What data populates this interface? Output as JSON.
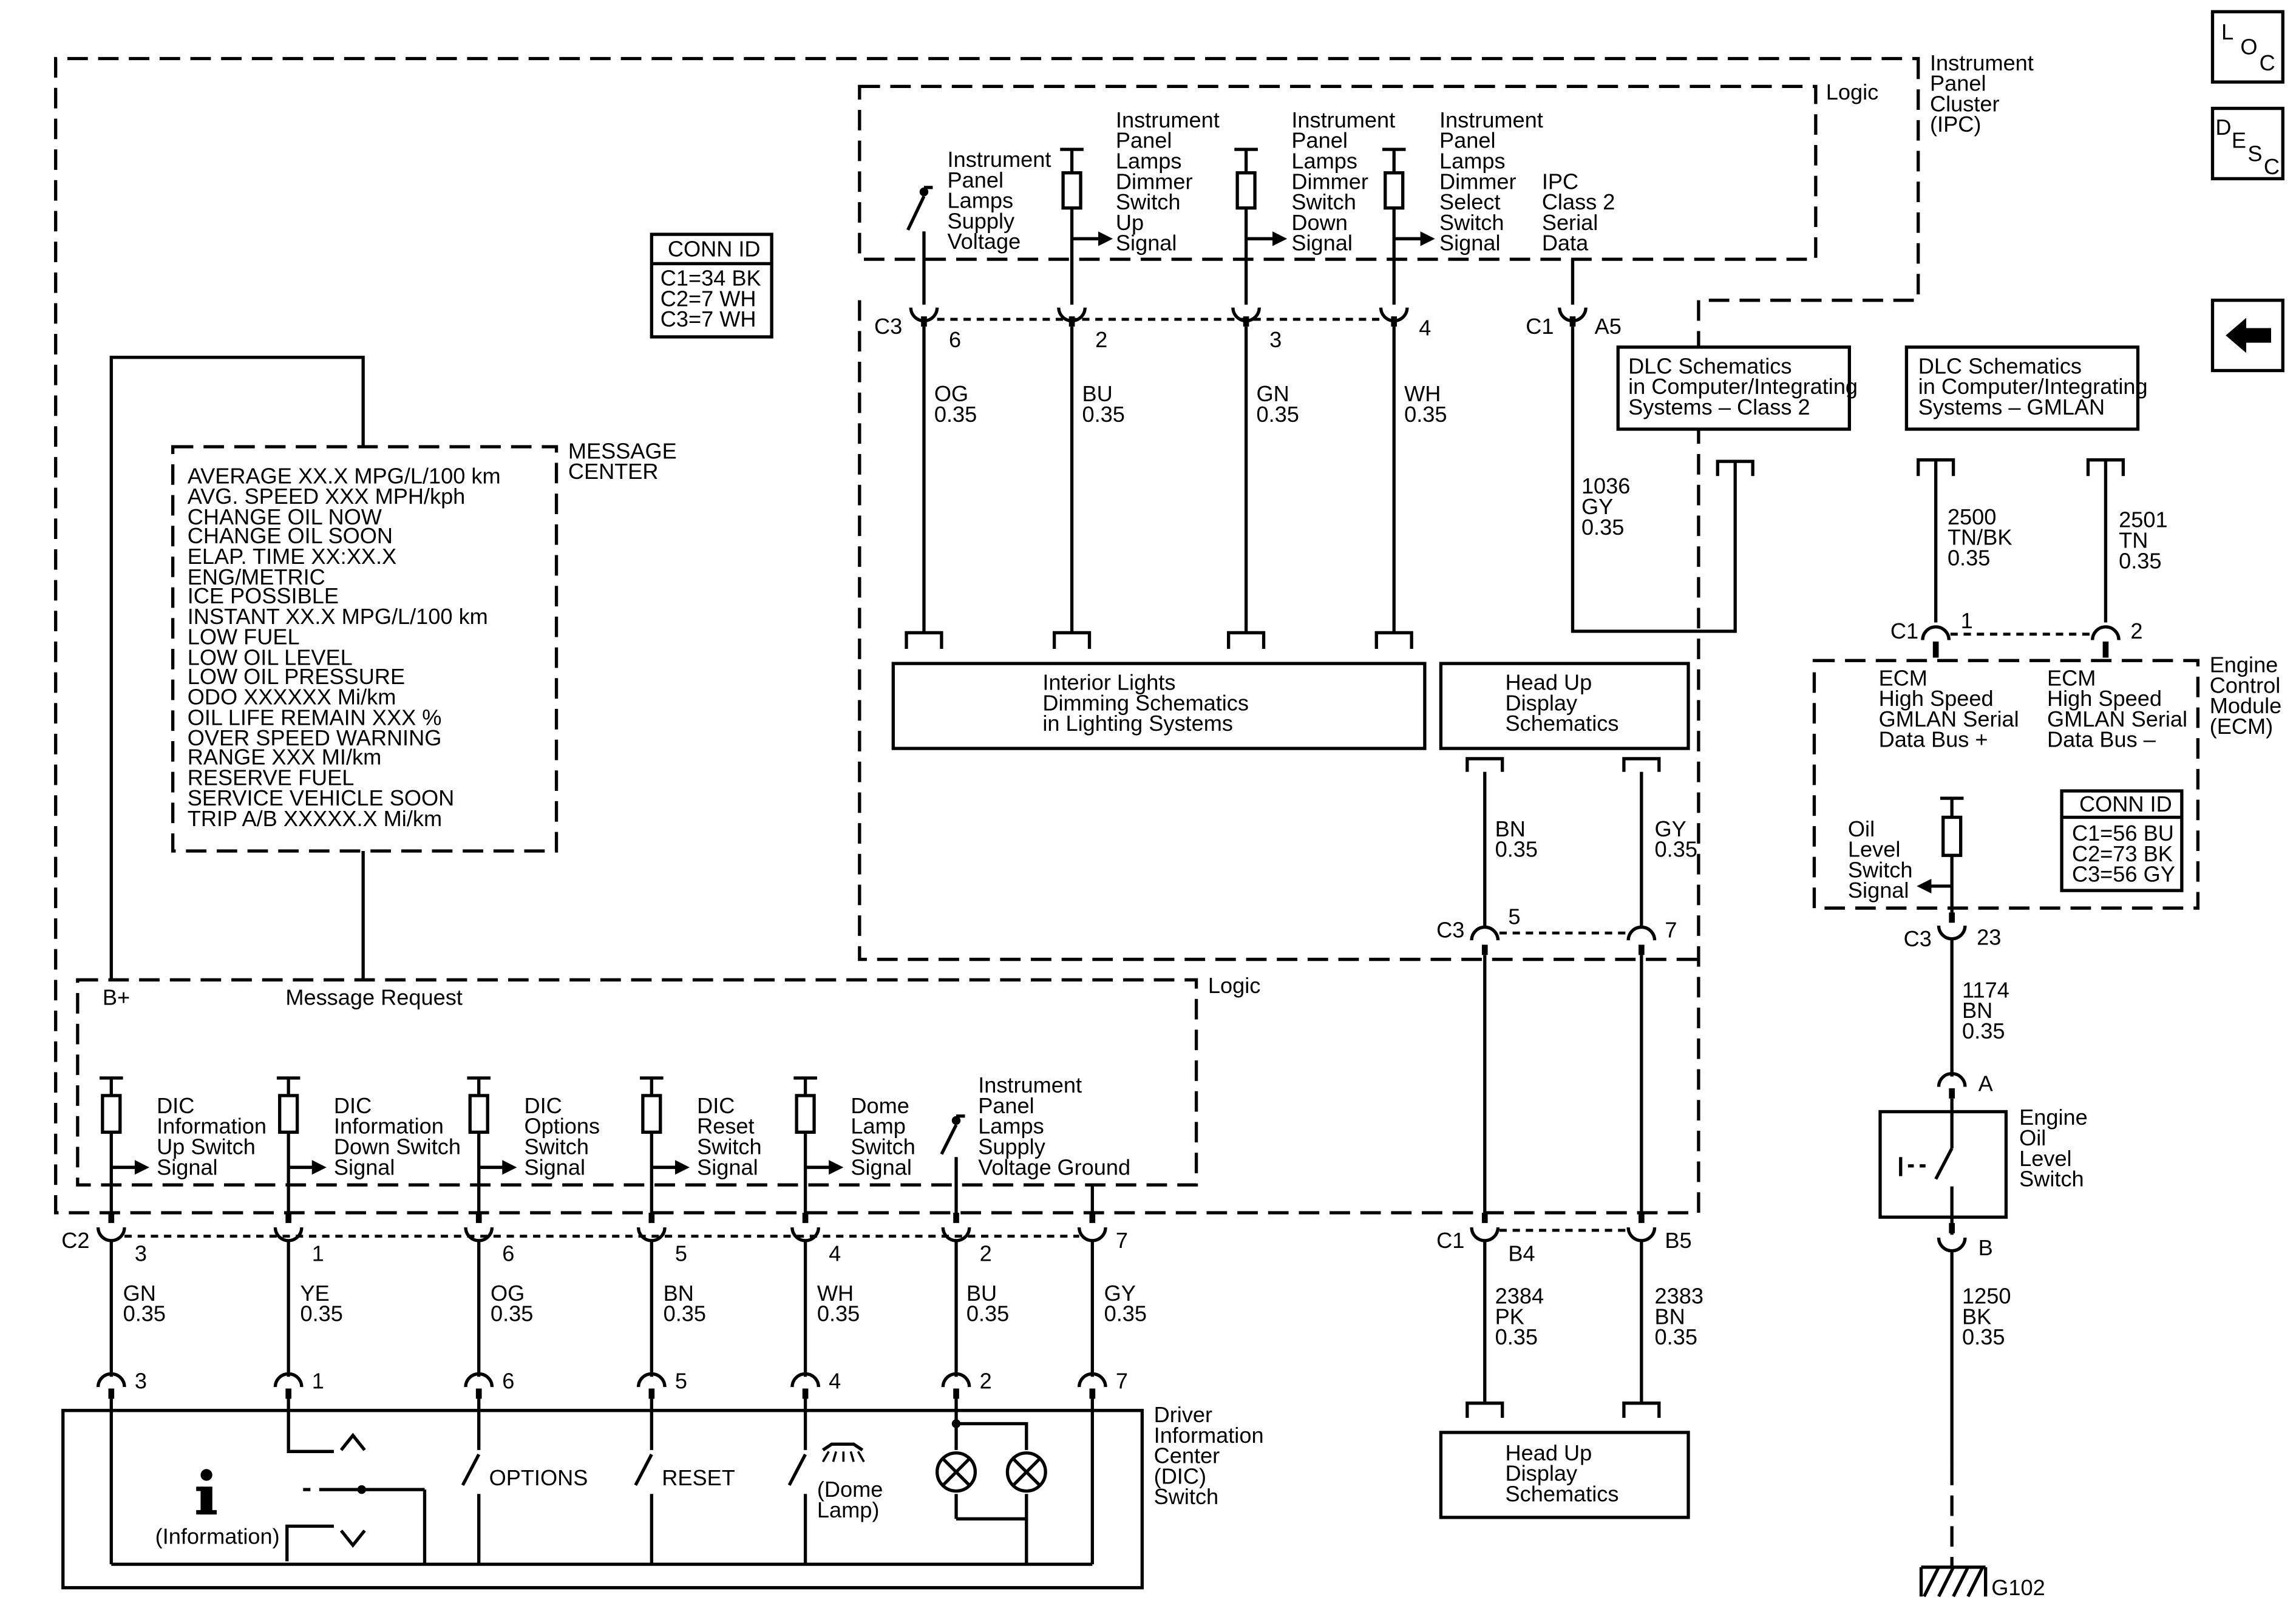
{
  "nav": {
    "loc": [
      "L",
      "O",
      "C"
    ],
    "desc": [
      "D",
      "E",
      "S",
      "C"
    ],
    "back_icon": "left-arrow-icon"
  },
  "ipc": {
    "title": [
      "Instrument",
      "Panel",
      "Cluster",
      "(IPC)"
    ],
    "logic": "Logic",
    "conn_id": {
      "title": "CONN ID",
      "rows": [
        "C1=34 BK",
        "C2=7 WH",
        "C3=7 WH"
      ]
    },
    "signals": [
      [
        "Instrument",
        "Panel",
        "Lamps",
        "Supply",
        "Voltage"
      ],
      [
        "Instrument",
        "Panel",
        "Lamps",
        "Dimmer",
        "Switch",
        "Up",
        "Signal"
      ],
      [
        "Instrument",
        "Panel",
        "Lamps",
        "Dimmer",
        "Switch",
        "Down",
        "Signal"
      ],
      [
        "Instrument",
        "Panel",
        "Lamps",
        "Dimmer",
        "Select",
        "Switch",
        "Signal"
      ],
      [
        "IPC",
        "Class 2",
        "Serial",
        "Data"
      ]
    ],
    "connectors": {
      "c3": "C3",
      "c1": "C1",
      "a5": "A5",
      "c2": "C2",
      "b4": "B4",
      "b5": "B5"
    },
    "top_pins": [
      "6",
      "2",
      "3",
      "4"
    ],
    "top_wires": [
      [
        "OG",
        "0.35"
      ],
      [
        "BU",
        "0.35"
      ],
      [
        "GN",
        "0.35"
      ],
      [
        "WH",
        "0.35"
      ]
    ],
    "class2_wire": [
      "1036",
      "GY",
      "0.35"
    ],
    "hud_pins": [
      "5",
      "7"
    ],
    "hud_wires": [
      [
        "BN",
        "0.35"
      ],
      [
        "GY",
        "0.35"
      ]
    ],
    "hud_out_wires": [
      [
        "2384",
        "PK",
        "0.35"
      ],
      [
        "2383",
        "BN",
        "0.35"
      ]
    ]
  },
  "message_center": {
    "title": [
      "MESSAGE",
      "CENTER"
    ],
    "messages": [
      "AVERAGE XX.X MPG/L/100 km",
      "AVG. SPEED XXX MPH/kph",
      "CHANGE OIL NOW",
      "CHANGE OIL SOON",
      "ELAP. TIME XX:XX.X",
      "ENG/METRIC",
      "ICE POSSIBLE",
      "INSTANT XX.X MPG/L/100 km",
      "LOW FUEL",
      "LOW OIL LEVEL",
      "LOW OIL PRESSURE",
      "ODO XXXXXX Mi/km",
      "OIL LIFE REMAIN XXX %",
      "OVER SPEED WARNING",
      "RANGE XXX MI/km",
      "RESERVE FUEL",
      "SERVICE VEHICLE SOON",
      "TRIP A/B XXXXX.X Mi/km"
    ]
  },
  "lower_logic": {
    "label": "Logic",
    "b_plus": "B+",
    "message_request": "Message Request",
    "signals": [
      [
        "DIC",
        "Information",
        "Up Switch",
        "Signal"
      ],
      [
        "DIC",
        "Information",
        "Down Switch",
        "Signal"
      ],
      [
        "DIC",
        "Options",
        "Switch",
        "Signal"
      ],
      [
        "DIC",
        "Reset",
        "Switch",
        "Signal"
      ],
      [
        "Dome",
        "Lamp",
        "Switch",
        "Signal"
      ],
      [
        "Instrument",
        "Panel",
        "Lamps",
        "Supply",
        "Voltage"
      ]
    ],
    "ground": "Ground",
    "pins": [
      "3",
      "1",
      "6",
      "5",
      "4",
      "2",
      "7"
    ],
    "wires": [
      [
        "GN",
        "0.35"
      ],
      [
        "YE",
        "0.35"
      ],
      [
        "OG",
        "0.35"
      ],
      [
        "BN",
        "0.35"
      ],
      [
        "WH",
        "0.35"
      ],
      [
        "BU",
        "0.35"
      ],
      [
        "GY",
        "0.35"
      ]
    ]
  },
  "dic": {
    "title": [
      "Driver",
      "Information",
      "Center",
      "(DIC)",
      "Switch"
    ],
    "information": "(Information)",
    "options": "OPTIONS",
    "reset": "RESET",
    "dome_lamp": [
      "(Dome",
      "Lamp)"
    ],
    "pins": [
      "3",
      "1",
      "6",
      "5",
      "4",
      "2",
      "7"
    ]
  },
  "blocks": {
    "interior": [
      "Interior Lights",
      "Dimming Schematics",
      "in Lighting Systems"
    ],
    "hud": [
      "Head Up",
      "Display",
      "Schematics"
    ],
    "hud2": [
      "Head Up",
      "Display",
      "Schematics"
    ],
    "dlc_class2": [
      "DLC Schematics",
      "in Computer/Integrating",
      "Systems – Class 2"
    ],
    "dlc_gmlan": [
      "DLC Schematics",
      "in Computer/Integrating",
      "Systems – GMLAN"
    ]
  },
  "ecm": {
    "title": [
      "Engine",
      "Control",
      "Module",
      "(ECM)"
    ],
    "bus_plus": [
      "ECM",
      "High Speed",
      "GMLAN Serial",
      "Data Bus +"
    ],
    "bus_minus": [
      "ECM",
      "High Speed",
      "GMLAN Serial",
      "Data Bus –"
    ],
    "oil_signal": [
      "Oil",
      "Level",
      "Switch",
      "Signal"
    ],
    "conn_id": {
      "title": "CONN ID",
      "rows": [
        "C1=56 BU",
        "C2=73 BK",
        "C3=56 GY"
      ]
    },
    "c1": "C1",
    "c3": "C3",
    "pins_top": [
      "1",
      "2"
    ],
    "pin_c3": "23",
    "gmlan_wires": [
      [
        "2500",
        "TN/BK",
        "0.35"
      ],
      [
        "2501",
        "TN",
        "0.35"
      ]
    ],
    "oil_wire": [
      "1174",
      "BN",
      "0.35"
    ]
  },
  "oil_switch": {
    "title": [
      "Engine",
      "Oil",
      "Level",
      "Switch"
    ],
    "pin_a": "A",
    "pin_b": "B",
    "ground_wire": [
      "1250",
      "BK",
      "0.35"
    ],
    "ground": "G102"
  }
}
